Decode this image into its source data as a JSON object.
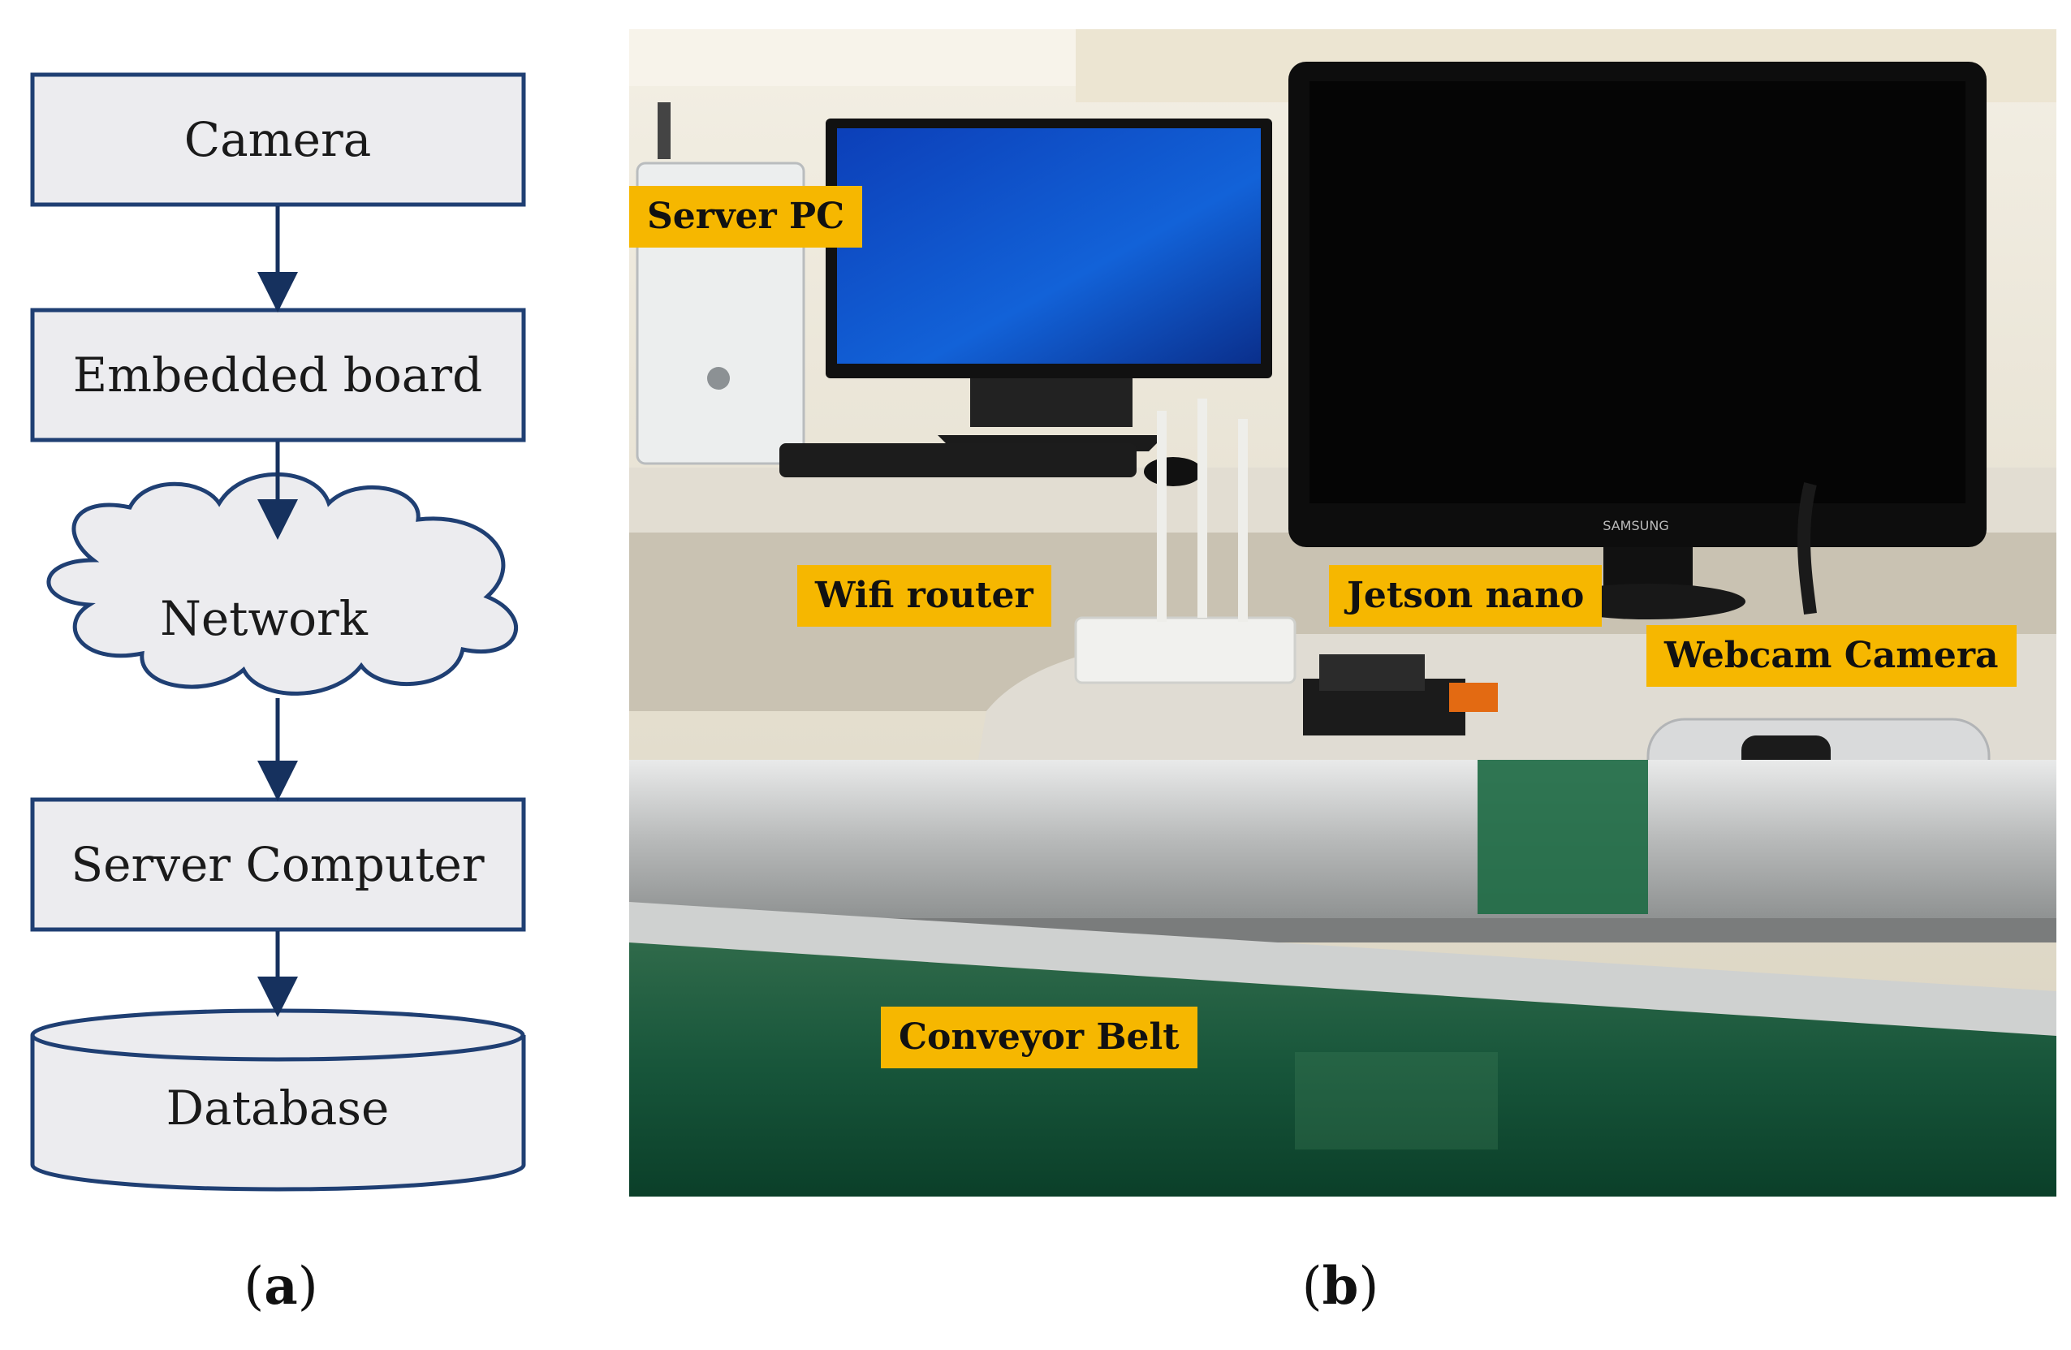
{
  "flowchart": {
    "nodes": [
      {
        "label": "Camera",
        "shape": "box"
      },
      {
        "label": "Embedded board",
        "shape": "box"
      },
      {
        "label": "Network",
        "shape": "cloud"
      },
      {
        "label": "Server Computer",
        "shape": "box"
      },
      {
        "label": "Database",
        "shape": "cylinder"
      }
    ],
    "colors": {
      "fill": "#ececef",
      "stroke": "#1f3f73",
      "arrow": "#16315e"
    }
  },
  "photo": {
    "labels": {
      "server_pc": "Server PC",
      "wifi_router": "Wifi router",
      "jetson_nano": "Jetson nano",
      "webcam_camera": "Webcam Camera",
      "conveyor_belt": "Conveyor Belt"
    },
    "monitor_brand": "SAMSUNG",
    "tag_color": "#f6b700"
  },
  "captions": {
    "a": "a",
    "b": "b"
  }
}
